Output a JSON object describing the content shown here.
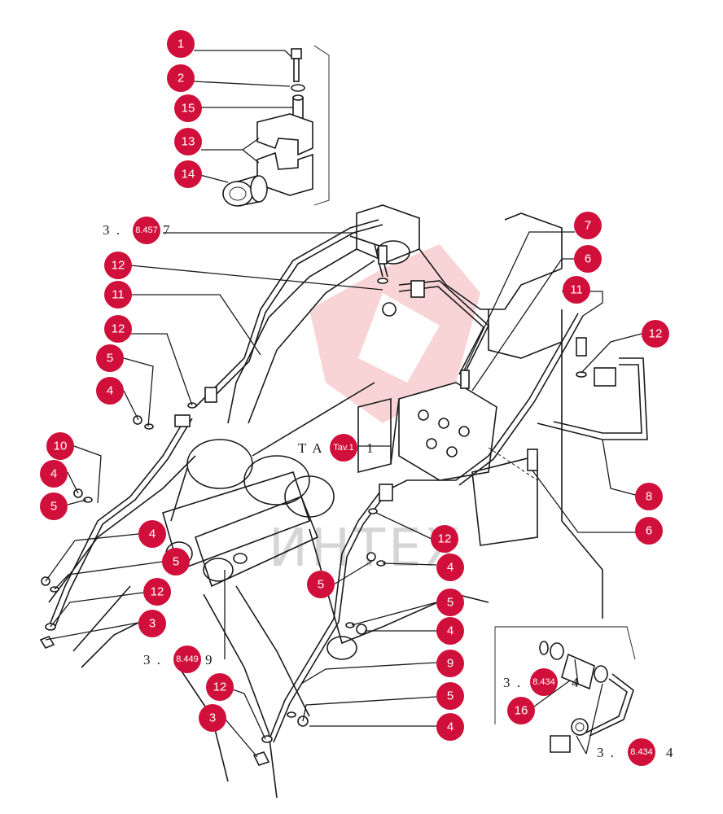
{
  "callouts": [
    {
      "label": "1"
    },
    {
      "label": "2"
    },
    {
      "label": "15"
    },
    {
      "label": "13"
    },
    {
      "label": "14"
    },
    {
      "label": "12"
    },
    {
      "label": "11"
    },
    {
      "label": "12"
    },
    {
      "label": "5"
    },
    {
      "label": "4"
    },
    {
      "label": "10"
    },
    {
      "label": "4"
    },
    {
      "label": "5"
    },
    {
      "label": "4"
    },
    {
      "label": "5"
    },
    {
      "label": "12"
    },
    {
      "label": "3"
    },
    {
      "label": "7"
    },
    {
      "label": "6"
    },
    {
      "label": "11"
    },
    {
      "label": "12"
    },
    {
      "label": "8"
    },
    {
      "label": "6"
    },
    {
      "label": "12"
    },
    {
      "label": "4"
    },
    {
      "label": "5"
    },
    {
      "label": "5"
    },
    {
      "label": "4"
    },
    {
      "label": "9"
    },
    {
      "label": "5"
    },
    {
      "label": "12"
    },
    {
      "label": "3"
    },
    {
      "label": "4"
    },
    {
      "label": "16"
    }
  ],
  "references": {
    "ref_457": {
      "prefix": "3 .",
      "circle": "8.457",
      "suffix": "7"
    },
    "ref_449": {
      "prefix": "3 .",
      "circle": "8.449",
      "suffix": "9"
    },
    "ref_434_a": {
      "prefix": "3 .",
      "circle": "8.434",
      "suffix": "4"
    },
    "ref_434_b": {
      "prefix": "3 .",
      "circle": "8.434",
      "suffix": "4"
    },
    "ref_tav": {
      "prefix": "T A",
      "circle": "Tav.1",
      "suffix": "1"
    }
  },
  "watermark": {
    "text": "ИНТЕХ"
  },
  "colors": {
    "callout": "#d0103a",
    "line": "#1a1a1a",
    "watermark_logo": "#e23a4a"
  }
}
